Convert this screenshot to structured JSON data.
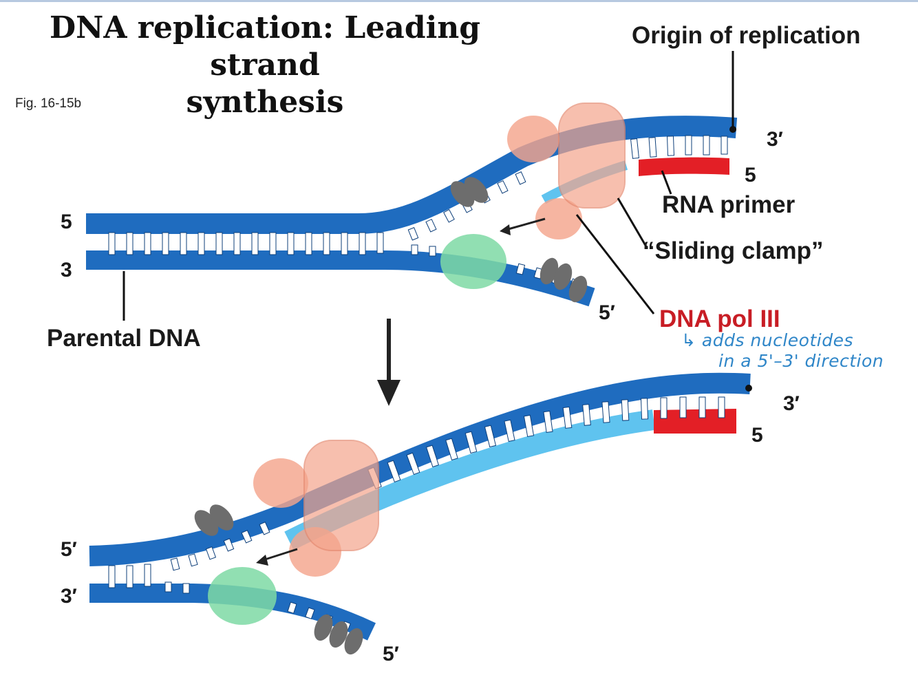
{
  "title_line1": "DNA replication: Leading strand",
  "title_line2": "synthesis",
  "figure_number": "Fig. 16-15b",
  "labels": {
    "origin": "Origin of replication",
    "rna_primer": "RNA primer",
    "sliding_clamp": "“Sliding clamp”",
    "dna_pol": "DNA pol III",
    "parental": "Parental DNA"
  },
  "annotation": {
    "line1": "↳ adds nucleotides",
    "line2": "in a 5'–3' direction"
  },
  "ends_top": {
    "left_top": "5",
    "left_bottom": "3",
    "right_top": "3′",
    "right_bottom": "5",
    "lower_strand": "5′"
  },
  "ends_bottom": {
    "left_top": "5′",
    "left_bottom": "3′",
    "right_top": "3′",
    "right_bottom": "5",
    "lower_strand": "5′"
  },
  "colors": {
    "dna_backbone": "#1f6cbf",
    "new_strand": "#5fc3ef",
    "rna_primer": "#e31f26",
    "dna_pol": "#f4a58c",
    "helicase": "#7ed9a4",
    "binding_protein": "#6d6d6d",
    "annotation_ink": "#2f86c8"
  }
}
